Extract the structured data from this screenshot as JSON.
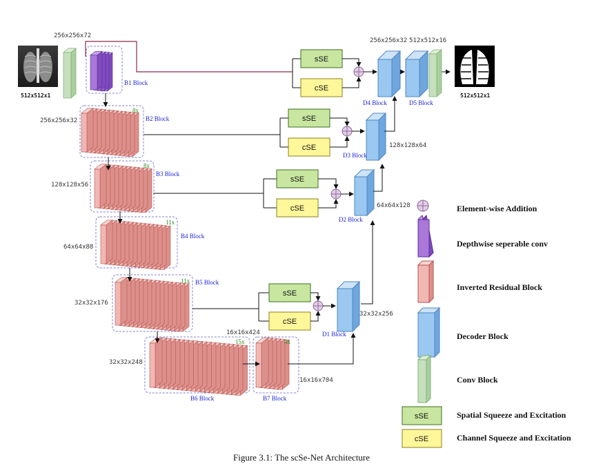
{
  "input": {
    "label": "512x512x1"
  },
  "output": {
    "label": "512x512x1"
  },
  "top_dims": {
    "b1": "256x256x72",
    "d4": "256x256x32",
    "d5": "512x512x16"
  },
  "encoder": [
    {
      "name": "B1 Block",
      "mult": ""
    },
    {
      "name": "B2 Block",
      "mult": "8x",
      "dim": "256x256x32"
    },
    {
      "name": "B3 Block",
      "mult": "8x",
      "dim": "128x128x56"
    },
    {
      "name": "B4 Block",
      "mult": "11x",
      "dim": "64x64x88"
    },
    {
      "name": "B5 Block",
      "mult": "11x",
      "dim": "32x32x176"
    },
    {
      "name": "B6 Block",
      "mult": "15x",
      "dim": "32x32x248",
      "dim2": "16x16x424"
    },
    {
      "name": "B7 Block",
      "mult": "4x",
      "dim": "16x16x704"
    }
  ],
  "decoder": [
    {
      "name": "D1 Block",
      "dim": "32x32x256"
    },
    {
      "name": "D2 Block",
      "dim": "64x64x128"
    },
    {
      "name": "D3 Block",
      "dim": "128x128x64"
    },
    {
      "name": "D4 Block"
    },
    {
      "name": "D5 Block"
    }
  ],
  "modules": {
    "sse": "sSE",
    "cse": "cSE"
  },
  "legend": [
    "Element-wise Addition",
    "Depthwise seperable conv",
    "Inverted Residual Block",
    "Decoder Block",
    "Conv Block",
    "Spatial Squeeze and Excitation",
    "Channel Squeeze and Excitation"
  ],
  "caption": "Figure 3.1: The scSe-Net Architecture",
  "colors": {
    "conv": "#c6e0bd",
    "conv_stroke": "#83b17a",
    "dw": "#a978d8",
    "dw_stroke": "#5d2e9a",
    "res": "#f0b7b3",
    "res_stroke": "#b65550",
    "dec": "#9bc8f0",
    "dec_stroke": "#4f86c0",
    "sse": "#c8e6a0",
    "sse_stroke": "#3d6d1e",
    "cse": "#fff79a",
    "cse_stroke": "#8a7f1e",
    "add": "#e4cde6",
    "dash": "#7f7fd6"
  }
}
